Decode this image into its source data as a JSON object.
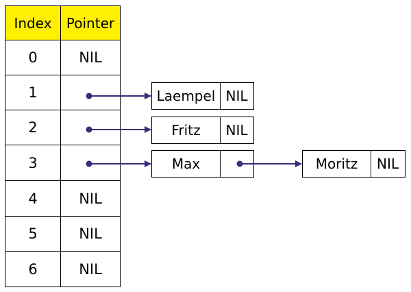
{
  "table": {
    "headers": {
      "index": "Index",
      "pointer": "Pointer"
    },
    "rows": [
      {
        "index": "0",
        "pointer": "NIL"
      },
      {
        "index": "1",
        "pointer": ""
      },
      {
        "index": "2",
        "pointer": ""
      },
      {
        "index": "3",
        "pointer": ""
      },
      {
        "index": "4",
        "pointer": "NIL"
      },
      {
        "index": "5",
        "pointer": "NIL"
      },
      {
        "index": "6",
        "pointer": "NIL"
      }
    ]
  },
  "nodes": {
    "laempel": {
      "value": "Laempel",
      "next": "NIL"
    },
    "fritz": {
      "value": "Fritz",
      "next": "NIL"
    },
    "max": {
      "value": "Max",
      "next": ""
    },
    "moritz": {
      "value": "Moritz",
      "next": "NIL"
    }
  },
  "colors": {
    "header": "#ffef00",
    "arrow": "#3d2a7a"
  }
}
